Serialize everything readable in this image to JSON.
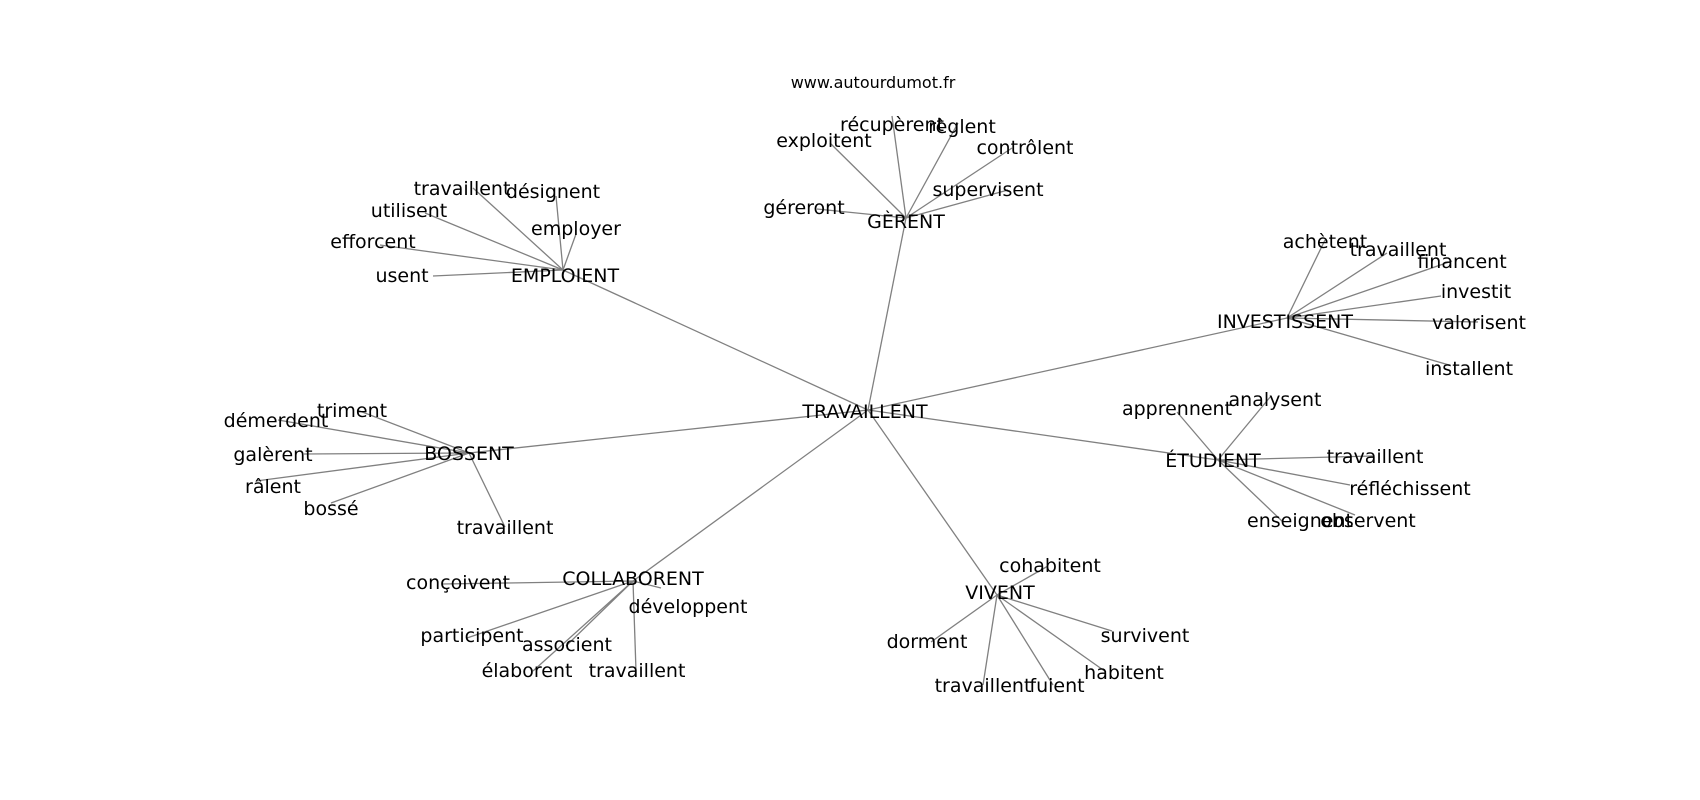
{
  "website": "www.autourdumot.fr",
  "center": {
    "id": "center",
    "label": "TRAVAILLENT"
  },
  "clusters": [
    {
      "id": "gerent",
      "label": "GÈRENT",
      "words": [
        "récupèrent",
        "règlent",
        "exploitent",
        "contrôlent",
        "supervisent",
        "géreront"
      ]
    },
    {
      "id": "emploient",
      "label": "EMPLOIENT",
      "words": [
        "travaillent",
        "désignent",
        "utilisent",
        "employer",
        "efforcent",
        "usent"
      ]
    },
    {
      "id": "investissent",
      "label": "INVESTISSENT",
      "words": [
        "achètent",
        "travaillent",
        "financent",
        "investit",
        "valorisent",
        "installent"
      ]
    },
    {
      "id": "bossent",
      "label": "BOSSENT",
      "words": [
        "triment",
        "démerdent",
        "galèrent",
        "râlent",
        "bossé",
        "travaillent"
      ]
    },
    {
      "id": "etudient",
      "label": "ÉTUDIENT",
      "words": [
        "apprennent",
        "analysent",
        "travaillent",
        "réfléchissent",
        "enseignent",
        "observent"
      ]
    },
    {
      "id": "collaborent",
      "label": "COLLABORENT",
      "words": [
        "conçoivent",
        "développent",
        "participent",
        "associent",
        "élaborent",
        "travaillent"
      ]
    },
    {
      "id": "vivent",
      "label": "VIVENT",
      "words": [
        "cohabitent",
        "survivent",
        "dorment",
        "habitent",
        "travaillent",
        "fuient"
      ]
    }
  ]
}
